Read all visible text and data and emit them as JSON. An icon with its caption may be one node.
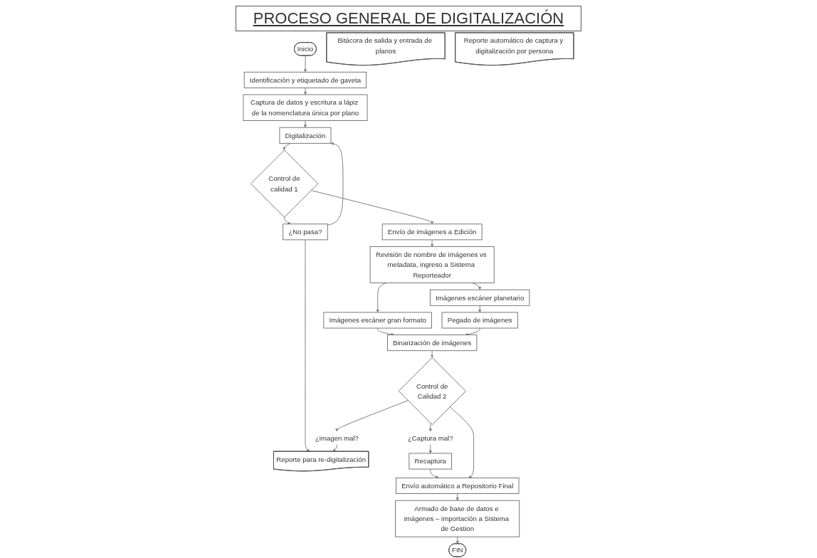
{
  "diagram": {
    "title": "PROCESO GENERAL DE DIGITALIZACIÓN",
    "nodes": [
      {
        "text": [
          "Inicio"
        ]
      },
      {
        "text": [
          "Identificación y etiquetado de gaveta"
        ]
      },
      {
        "text": [
          "Bitácora de salida y entrada de planos"
        ]
      },
      {
        "text": [
          "Captura de datos y escritura a lápiz de la nomenclatura única por plano"
        ]
      },
      {
        "text": [
          "Digitalización"
        ]
      },
      {
        "text": [
          "Control de calidad 1"
        ]
      },
      {
        "text": [
          "¿No pasa?"
        ]
      },
      {
        "text": [
          "Reporte para re-digitalización"
        ]
      },
      {
        "text": [
          "Envío de imágenes a Edición"
        ]
      },
      {
        "text": [
          "Revisión de nombre de imágenes vs metadata, ingreso a Sistema Reporteador"
        ]
      },
      {
        "text": [
          "Reporte automático de captura y digitalización por persona"
        ]
      },
      {
        "text": [
          "Imágenes escáner gran formato"
        ]
      },
      {
        "text": [
          "Imágenes escáner planetario"
        ]
      },
      {
        "text": [
          "Pegado de imágenes"
        ]
      },
      {
        "text": [
          "Binarización de imágenes"
        ]
      },
      {
        "text": [
          "Control de Calidad 2"
        ]
      },
      {
        "text": [
          "¿imagen mal?"
        ]
      },
      {
        "text": [
          "¿Captura mal?"
        ]
      },
      {
        "text": [
          "Recaptura"
        ]
      },
      {
        "text": [
          "Envío automático a Repositorio Final"
        ]
      },
      {
        "text": [
          "Armado de base de datos e imágenes – importación a Sistema de Gestion"
        ]
      },
      {
        "text": [
          "FIN"
        ]
      }
    ],
    "edges": [
      {
        "from": 0,
        "to": 1,
        "arrow": "to"
      },
      {
        "from": 1,
        "to": 3,
        "arrow": "to"
      },
      {
        "from": 3,
        "to": 4,
        "arrow": "to"
      },
      {
        "from": 4,
        "to": 5,
        "arrow": "to"
      },
      {
        "from": 5,
        "to": 6,
        "arrow": "to"
      },
      {
        "from": 6,
        "to": 7,
        "arrow": "to"
      },
      {
        "from": 6,
        "to": 4,
        "arrow": "to"
      },
      {
        "from": 5,
        "to": 8,
        "arrow": "to"
      },
      {
        "from": 8,
        "to": 9,
        "arrow": "to"
      },
      {
        "from": 9,
        "to": 11,
        "arrow": "to"
      },
      {
        "from": 9,
        "to": 12,
        "arrow": "to"
      },
      {
        "from": 12,
        "to": 13,
        "arrow": "to"
      },
      {
        "from": 11,
        "to": 14,
        "arrow": "to"
      },
      {
        "from": 13,
        "to": 14,
        "arrow": "to"
      },
      {
        "from": 14,
        "to": 15,
        "arrow": "to"
      },
      {
        "from": 15,
        "to": 16,
        "arrow": "to"
      },
      {
        "from": 16,
        "to": 7,
        "arrow": "to"
      },
      {
        "from": 15,
        "to": 17,
        "arrow": "to"
      },
      {
        "from": 17,
        "to": 18,
        "arrow": "to"
      },
      {
        "from": 18,
        "to": 19,
        "arrow": "to"
      },
      {
        "from": 15,
        "to": 19,
        "arrow": "to"
      },
      {
        "from": 19,
        "to": 20,
        "arrow": "to"
      },
      {
        "from": 20,
        "to": 21,
        "arrow": "to"
      }
    ]
  }
}
